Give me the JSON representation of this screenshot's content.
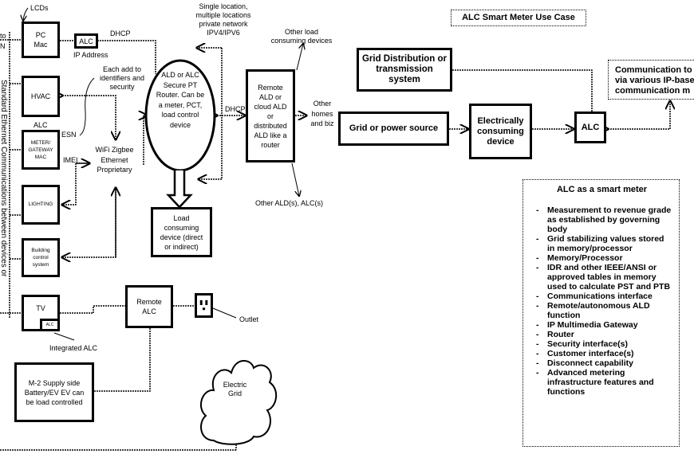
{
  "left": {
    "edge_text_top": "to",
    "edge_text_n": "N",
    "vertical_text": "Standard Ethernet Communications between devices or",
    "lcds": "LCDs",
    "pc_mac": "PC Mac",
    "alc_small": "ALC",
    "ip_address": "IP Address",
    "dhcp_top": "DHCP",
    "hvac": "HVAC",
    "identifiers_note": "Each add to identifiers and security",
    "meter_alc": "ALC",
    "meter": "METER/ GATEWAY MAC",
    "esn": "ESN",
    "imei": "IMEI",
    "wireless": "WiFi Zigbee Ethernet Proprietary",
    "lighting": "LIGHTING",
    "building": "Building control system",
    "tv": "TV",
    "tv_alc": "ALC",
    "integrated_alc": "Integrated ALC",
    "remote_alc": "Remote ALC",
    "outlet": "Outlet",
    "m2": "M-2 Supply side Battery/EV EV can be load controlled",
    "electric_grid": "Electric Grid",
    "router": "ALD or ALC Secure PT Router. Can be a meter, PCT, load control device",
    "load_device": "Load consuming device (direct or indirect)",
    "network_note": "Single location, multiple locations private network IPV4/IPV6",
    "dhcp_mid": "DHCP",
    "remote_ald": "Remote ALD or cloud ALD or distributed ALD like a router",
    "other_load": "Other load consuming devices",
    "other_homes": "Other homes and biz",
    "other_ald": "Other ALD(s), ALC(s)"
  },
  "right": {
    "title": "ALC Smart Meter Use Case",
    "grid_distribution": "Grid Distribution or transmission system",
    "grid_source": "Grid or power source",
    "consuming_device": "Electrically consuming device",
    "alc": "ALC",
    "communication": "Communication to via various IP-base communication m",
    "features_title": "ALC as a smart meter",
    "features": [
      "Measurement to revenue grade as established by governing body",
      "Grid stabilizing values stored in memory/processor",
      "Memory/Processor",
      "IDR and other IEEE/ANSI or approved tables in memory used to calculate PST and PTB",
      "Communications interface",
      "Remote/autonomous ALD function",
      "IP Multimedia Gateway",
      "Router",
      "Security interface(s)",
      "Customer interface(s)",
      "Disconnect capability",
      "Advanced metering infrastructure features and functions"
    ]
  }
}
